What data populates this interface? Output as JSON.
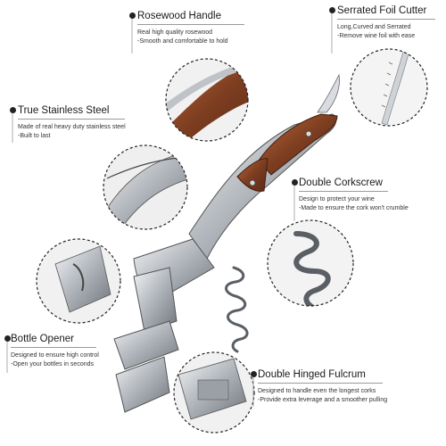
{
  "features": {
    "rosewood": {
      "title": "Rosewood Handle",
      "lines": [
        "Real high quality rosewood",
        "-Smooth and comfortable to hold"
      ]
    },
    "foil_cutter": {
      "title": "Serrated Foil Cutter",
      "lines": [
        "Long,Curved and Serrated",
        "-Remove wine foil with ease"
      ]
    },
    "stainless": {
      "title": "True Stainless Steel",
      "lines": [
        "Made of real heavy duty stainless steel",
        "-Built to last"
      ]
    },
    "corkscrew": {
      "title": "Double Corkscrew",
      "lines": [
        "Design to protect your wine",
        "-Made to ensure the cork won't crumble"
      ]
    },
    "opener": {
      "title": "Bottle Opener",
      "lines": [
        "Designed to ensure high control",
        "-Open your bottles in seconds"
      ]
    },
    "fulcrum": {
      "title": "Double Hinged Fulcrum",
      "lines": [
        "Designed to handle even the longest corks",
        "-Provide extra leverage and a smoother pulling"
      ]
    }
  },
  "colors": {
    "wood": "#8a4a2a",
    "steel": "#c9cdd2",
    "dashed": "#222222"
  }
}
